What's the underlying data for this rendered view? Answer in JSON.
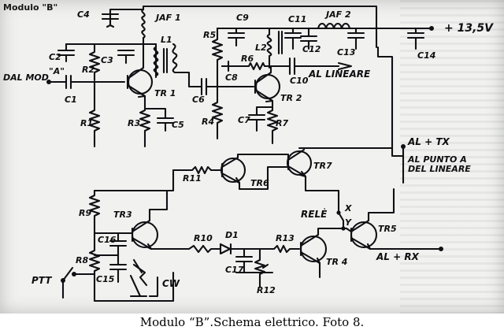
{
  "figure": {
    "module_title": "Modulo \"B\"",
    "caption": "Modulo “B”.Schema elettrico. Foto 8."
  },
  "components": {
    "C1": "C1",
    "C2": "C2",
    "C3": "C3",
    "C4": "C4",
    "C5": "C5",
    "C6": "C6",
    "C7": "C7",
    "C8": "C8",
    "C9": "C9",
    "C10": "C10",
    "C11": "C11",
    "C12": "C12",
    "C13": "C13",
    "C14": "C14",
    "C15": "C15",
    "C16": "C16",
    "C17": "C17",
    "R1": "R1",
    "R2": "R2",
    "R3": "R3",
    "R4": "R4",
    "R5": "R5",
    "R6": "R6",
    "R7": "R7",
    "R8": "R8",
    "R9": "R9",
    "R10": "R10",
    "R11": "R11",
    "R12": "R12",
    "R13": "R13",
    "L1": "L1",
    "L2": "L2",
    "JAF1": "JAF 1",
    "JAF2": "JAF 2",
    "TR1": "TR 1",
    "TR2": "TR 2",
    "TR3": "TR3",
    "TR4": "TR 4",
    "TR5": "TR5",
    "TR6": "TR6",
    "TR7": "TR7",
    "D1": "D1",
    "RELE": "RELÈ",
    "X": "X",
    "Y": "Y"
  },
  "labels": {
    "dal_mod": "DAL MOD",
    "input_a": "\"A\"",
    "al_lineare": "AL LINEARE",
    "supply": "+ 13,5V",
    "al_tx": "AL + TX",
    "al_punto_a_1": "AL PUNTO A",
    "al_punto_a_2": "DEL LINEARE",
    "al_rx": "AL + RX",
    "ptt": "PTT",
    "cw": "CW"
  }
}
